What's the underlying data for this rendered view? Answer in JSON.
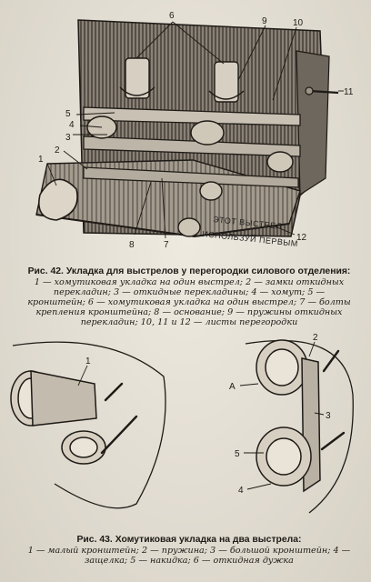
{
  "figure42": {
    "label": "Рис. 42.",
    "title": "Укладка для выстрелов у перегородки силового отделения:",
    "legend": "1 — хомутиковая укладка на один выстрел; 2 — замки откидных перекладин; 3 — откидные перекладины; 4 — хомут; 5 — кронштейн; 6 — хомутиковая укладка на один выстрел; 7 — болты крепления кронштейна; 8 — основание; 9 — пружины откидных перекладин; 10, 11 и 12 — листы перегородки",
    "callouts": [
      "1",
      "2",
      "3",
      "4",
      "5",
      "6",
      "7",
      "8",
      "9",
      "10",
      "11",
      "12"
    ],
    "stencil_line1": "ЭТОТ ВЫСТРЕЛ",
    "stencil_line2": "ИСПОЛЬЗУЙ ПЕРВЫМ"
  },
  "figure43": {
    "label": "Рис. 43.",
    "title": "Хомутиковая укладка на два выстрела:",
    "legend": "1 — малый кронштейн; 2 — пружина; 3 — большой кронштейн; 4 — защелка; 5 — накидка; 6 — откидная дужка",
    "callouts_left": [
      "1"
    ],
    "callouts_right": [
      "А",
      "2",
      "3",
      "5",
      "4"
    ]
  }
}
